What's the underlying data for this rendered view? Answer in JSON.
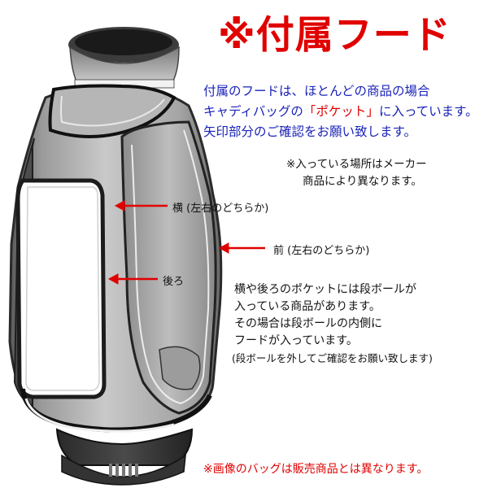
{
  "title": "※付属フード",
  "intro": {
    "line1": "付属のフードは、ほとんどの商品の場合",
    "line2_prefix": "キャディバッグの",
    "line2_highlight": "「ポケット」",
    "line2_suffix": "に入っています。",
    "line3": "矢印部分のご確認をお願い致します。"
  },
  "note1": {
    "line1": "※入っている場所はメーカー",
    "line2": "商品により異なります。"
  },
  "labels": {
    "side": "横 (左右のどちらか)",
    "front": "前 (左右のどちらか)",
    "back": "後ろ"
  },
  "info": {
    "line1": "横や後ろのポケットには段ボールが",
    "line2": "入っている商品があります。",
    "line3": "その場合は段ボールの内側に",
    "line4": "フードが入っています。",
    "line5": "(段ボールを外してご確認をお願い致します)"
  },
  "footnote": "※画像のバッグは販売商品とは異なります。",
  "colors": {
    "title_red": "#e00000",
    "intro_blue": "#1a23b8",
    "arrow_red": "#e00000"
  }
}
